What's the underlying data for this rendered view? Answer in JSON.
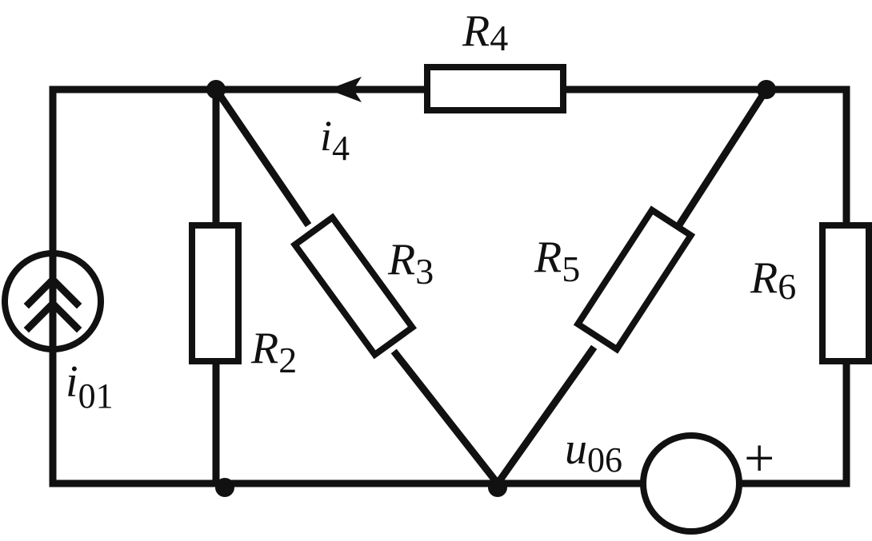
{
  "labels": {
    "R2": {
      "main": "R",
      "sub": "2"
    },
    "R3": {
      "main": "R",
      "sub": "3"
    },
    "R4": {
      "main": "R",
      "sub": "4"
    },
    "R5": {
      "main": "R",
      "sub": "5"
    },
    "R6": {
      "main": "R",
      "sub": "6"
    },
    "i4": {
      "main": "i",
      "sub": "4"
    },
    "i01": {
      "main": "i",
      "sub": "01"
    },
    "u06": {
      "main": "u",
      "sub": "06"
    },
    "plus": "+"
  }
}
